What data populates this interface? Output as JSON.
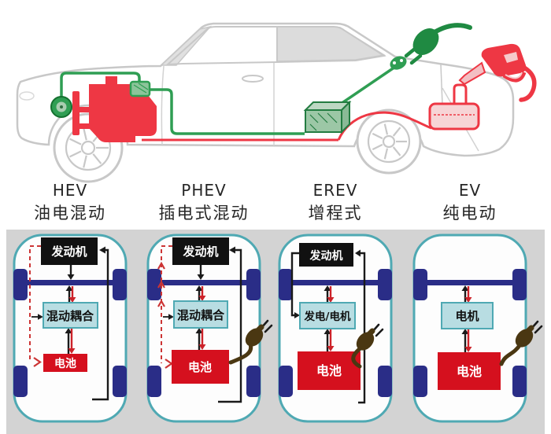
{
  "car_illustration": {
    "description": "sedan side-view schematic showing hybrid powertrain components",
    "body_color": "#c8c8c8",
    "fuel_system_color": "#ee3744",
    "electric_system_color": "#2f9e53",
    "components": [
      "engine",
      "motor-pulley",
      "inverter",
      "traction-battery",
      "charge-port",
      "charging-plug",
      "fuel-nozzle",
      "fuel-tank"
    ]
  },
  "vehicle_types": [
    {
      "acronym": "HEV",
      "name_cn": "油电混动"
    },
    {
      "acronym": "PHEV",
      "name_cn": "插电式混动"
    },
    {
      "acronym": "EREV",
      "name_cn": "增程式"
    },
    {
      "acronym": "EV",
      "name_cn": "纯电动"
    }
  ],
  "panels": [
    {
      "type": "HEV",
      "engine_label": "发动机",
      "coupler_label": "混动耦合",
      "battery_label": "电池",
      "has_charging_plug": false
    },
    {
      "type": "PHEV",
      "engine_label": "发动机",
      "coupler_label": "混动耦合",
      "battery_label": "电池",
      "has_charging_plug": true
    },
    {
      "type": "EREV",
      "engine_label": "发动机",
      "coupler_label": "发电/电机",
      "battery_label": "电池",
      "has_charging_plug": true
    },
    {
      "type": "EV",
      "coupler_label": "电机",
      "battery_label": "电池",
      "has_charging_plug": true
    }
  ],
  "colors": {
    "panel_background": "#d3d3d3",
    "chassis_outline": "#4fa9b3",
    "wheel": "#2a2d87",
    "engine_box": "#111111",
    "coupler_box_fill": "#b8dde2",
    "battery_box": "#d5101e",
    "arrow_black": "#1a1a1a",
    "arrow_red": "#cc2229",
    "dashed_line_red": "#cc3434",
    "plug_brown": "#4a3712"
  }
}
